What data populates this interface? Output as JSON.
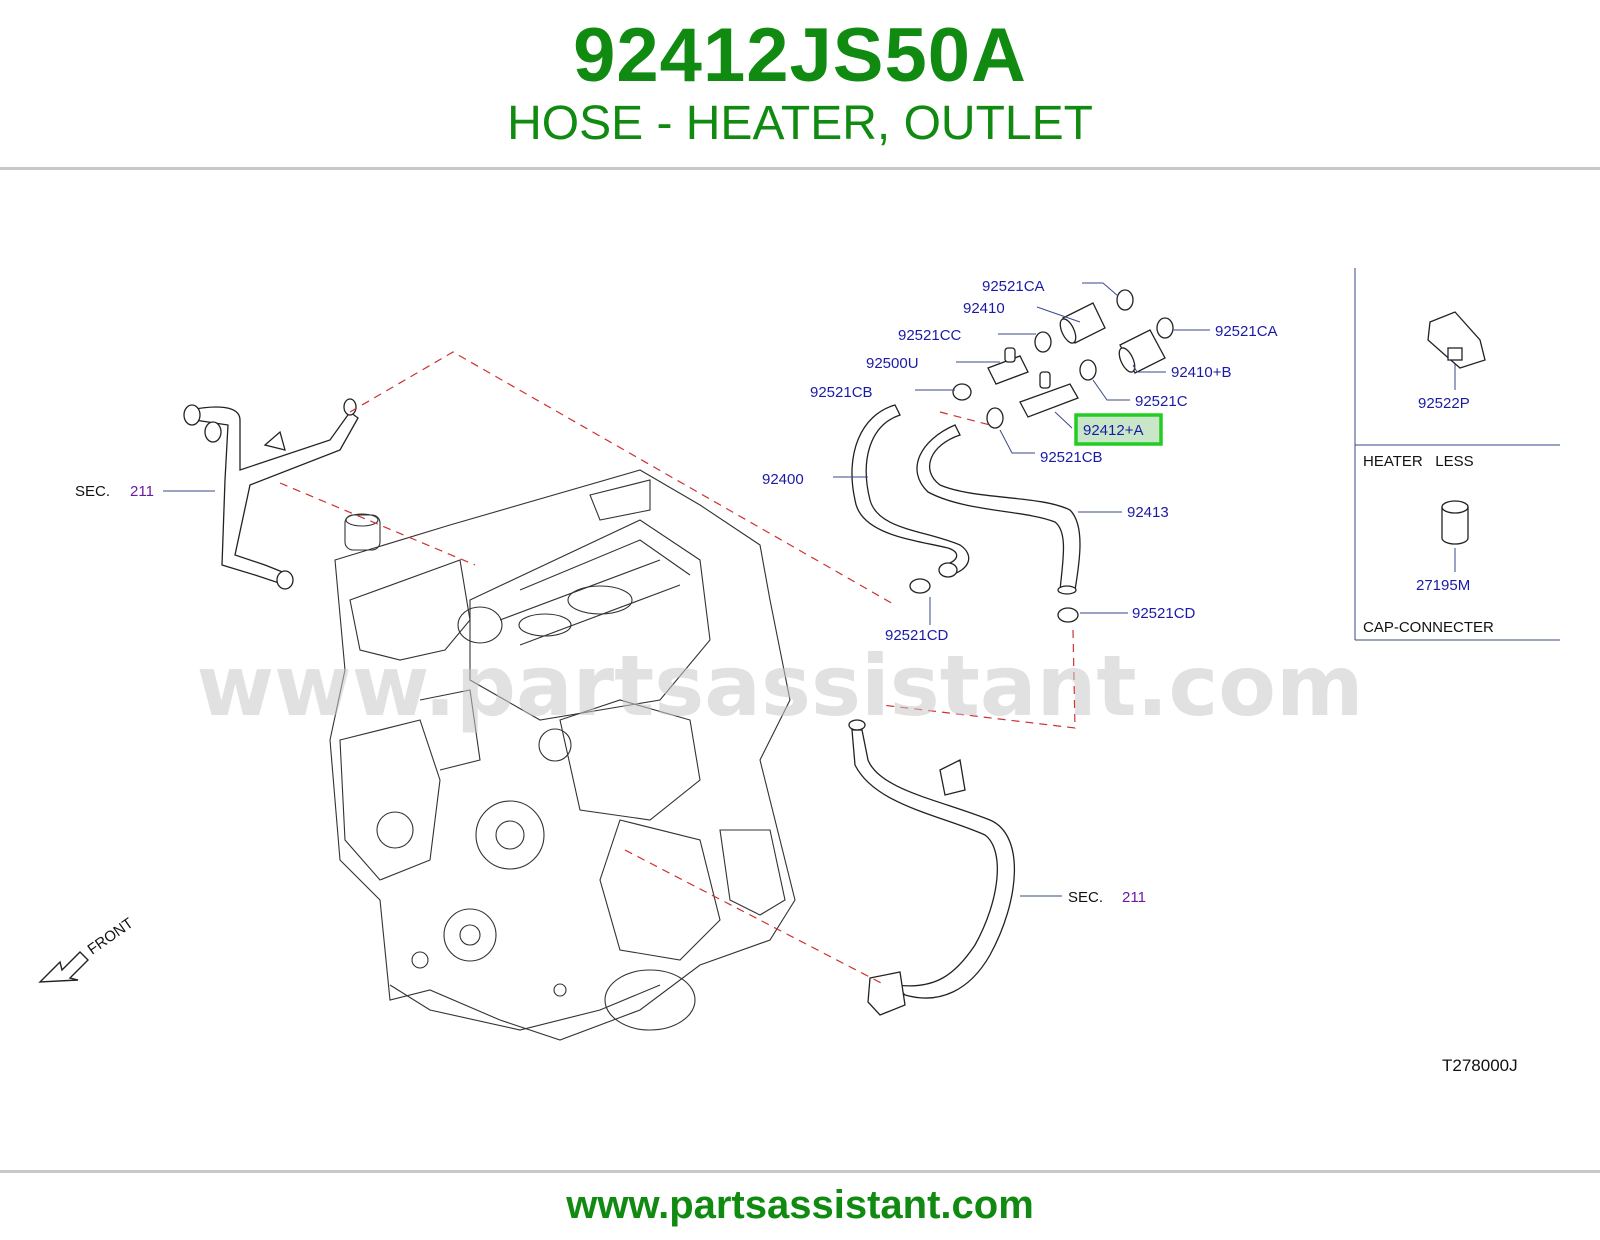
{
  "header": {
    "part_number": "92412JS50A",
    "part_name": "HOSE - HEATER, OUTLET"
  },
  "footer": {
    "url": "www.partsassistant.com"
  },
  "watermark": "www.partsassistant.com",
  "diagram_code": "T278000J",
  "callouts": {
    "c1": "92521CA",
    "c2": "92410",
    "c3": "92521CC",
    "c4": "92500U",
    "c5": "92521CB",
    "c6": "92400",
    "c7": "92521CA",
    "c8": "92410+B",
    "c9": "92521C",
    "c10": "92412+A",
    "c11": "92521CB",
    "c12": "92413",
    "c13": "92521CD",
    "c14": "92521CD",
    "c15": "92522P",
    "c16": "27195M"
  },
  "sec_left": {
    "label": "SEC.",
    "number": "211"
  },
  "sec_right": {
    "label": "SEC.",
    "number": "211"
  },
  "side_panel": {
    "heater_less": "HEATER   LESS",
    "cap_connecter": "CAP-CONNECTER"
  },
  "front_label": "FRONT",
  "colors": {
    "brand_green": "#108a10",
    "highlight": "#22cc22",
    "callout_blue": "#1a1aa8"
  }
}
